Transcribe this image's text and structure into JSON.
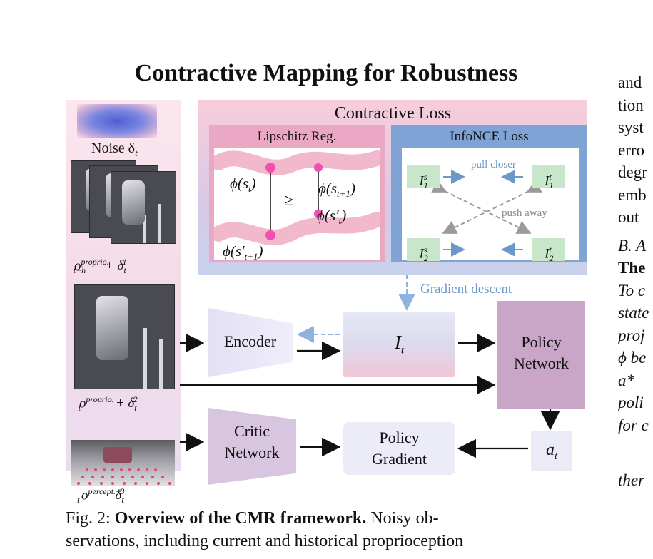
{
  "figure": {
    "title": "Contractive Mapping for Robustness",
    "noise_label": "Noise δ",
    "noise_sub": "t",
    "obs1": {
      "base": "o",
      "sup": "proprio.",
      "sub": "t−h",
      "rest": " + δ",
      "rest_sup": "1",
      "rest_sub": "t"
    },
    "obs2": {
      "base": "o",
      "sup": "proprio.",
      "sub": "t",
      "rest": " + δ",
      "rest_sup": "2",
      "rest_sub": "t"
    },
    "obs3": {
      "base": "o",
      "sup": "percept.+",
      "sub": "t",
      "rest": "δ",
      "rest_sup": "3",
      "rest_sub": "t"
    },
    "contractive_loss": "Contractive Loss",
    "lipschitz": {
      "title": "Lipschitz Reg.",
      "phi_st": "ϕ(s",
      "phi_st_sub": "t",
      "phi_st1": "ϕ(s",
      "phi_st1_sub": "t+1",
      "phi_spt1": "ϕ(s′",
      "phi_spt1_sub": "t+1",
      "phi_spt": "ϕ(s′",
      "phi_spt_sub": "t",
      "geq": "≥"
    },
    "infonce": {
      "title": "InfoNCE Loss",
      "pull": "pull closer",
      "push": "push away",
      "i1s": "I",
      "i1s_sub": "1",
      "i1s_sup": "s",
      "i1t": "I",
      "i1t_sub": "1",
      "i1t_sup": "t",
      "i2s": "I",
      "i2s_sub": "2",
      "i2s_sup": "s",
      "i2t": "I",
      "i2t_sub": "2",
      "i2t_sup": "t"
    },
    "gradient_descent": "Gradient descent",
    "encoder": "Encoder",
    "it": "I",
    "it_sub": "t",
    "policy_network_1": "Policy",
    "policy_network_2": "Network",
    "critic_1": "Critic",
    "critic_2": "Network",
    "pg_1": "Policy",
    "pg_2": "Gradient",
    "at": "a",
    "at_sub": "t"
  },
  "caption": {
    "prefix": "Fig. 2: ",
    "bold": "Overview of the CMR framework.",
    "line1_rest": " Noisy ob-",
    "line2": "servations, including current and historical proprioception"
  },
  "right_column": {
    "lines": [
      "and",
      "tion",
      "syst",
      "erro",
      "degr",
      "emb",
      "out"
    ],
    "section": "B. A",
    "bold": "The",
    "italic_lines": [
      "To c",
      "state",
      "proj",
      "ϕ be",
      "a*",
      "poli",
      "for c"
    ],
    "tail": "ther"
  }
}
